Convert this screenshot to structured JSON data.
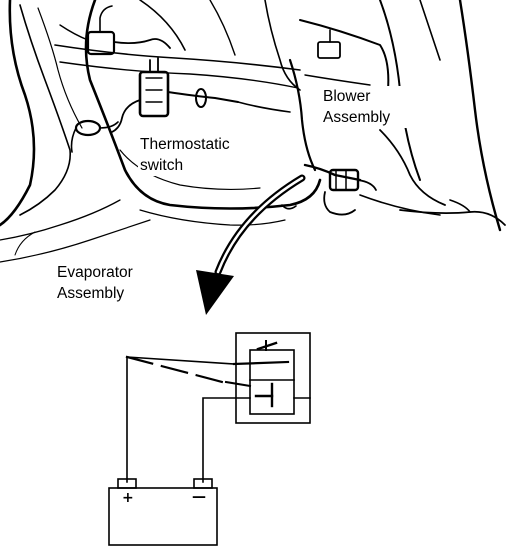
{
  "labels": {
    "thermostatic_switch": [
      "Thermostatic",
      "switch"
    ],
    "blower_assembly": [
      "Blower",
      "Assembly"
    ],
    "evaporator_assembly": [
      "Evaporator",
      "Assembly"
    ]
  },
  "battery": {
    "positive": "+",
    "negative": "—"
  },
  "colors": {
    "ink": "#000000",
    "paper": "#ffffff"
  }
}
